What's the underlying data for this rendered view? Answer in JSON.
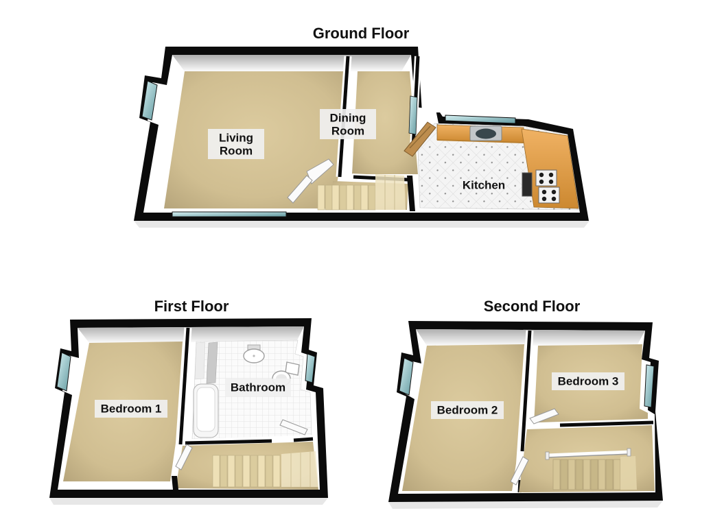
{
  "document": {
    "kind": "3D floor plan image",
    "background": "#ffffff"
  },
  "floors": [
    {
      "title": "Ground Floor",
      "rooms": [
        {
          "name": "Living Room",
          "label_lines": [
            "Living",
            "Room"
          ]
        },
        {
          "name": "Dining Room",
          "label_lines": [
            "Dining",
            "Room"
          ]
        },
        {
          "name": "Kitchen",
          "label_lines": [
            "Kitchen"
          ]
        }
      ],
      "features": [
        "staircase",
        "open-door",
        "timber-door",
        "kitchen-counter",
        "sink",
        "hob",
        "oven",
        "bay-window",
        "window"
      ]
    },
    {
      "title": "First Floor",
      "rooms": [
        {
          "name": "Bedroom 1"
        },
        {
          "name": "Bathroom"
        }
      ],
      "features": [
        "staircase",
        "bathtub",
        "toilet",
        "basin",
        "shower-screen",
        "open-door",
        "bay-window",
        "window"
      ]
    },
    {
      "title": "Second Floor",
      "rooms": [
        {
          "name": "Bedroom 2"
        },
        {
          "name": "Bedroom 3"
        }
      ],
      "features": [
        "staircase",
        "handrail",
        "open-door",
        "bay-window",
        "window"
      ]
    }
  ],
  "colors": {
    "wall": "#0b0b0b",
    "wall_face": "#ffffff",
    "carpet": "#d3c195",
    "stairs": "#e9dcb2",
    "window_glass": "#9fd2d6",
    "kitchen_counter": "#e09a42",
    "kitchen_floor": "#f4f4f4",
    "bathroom_floor": "#fbfbfb",
    "timber_door": "#bd8d4e",
    "label_background": "#ececec",
    "text": "#111111"
  }
}
